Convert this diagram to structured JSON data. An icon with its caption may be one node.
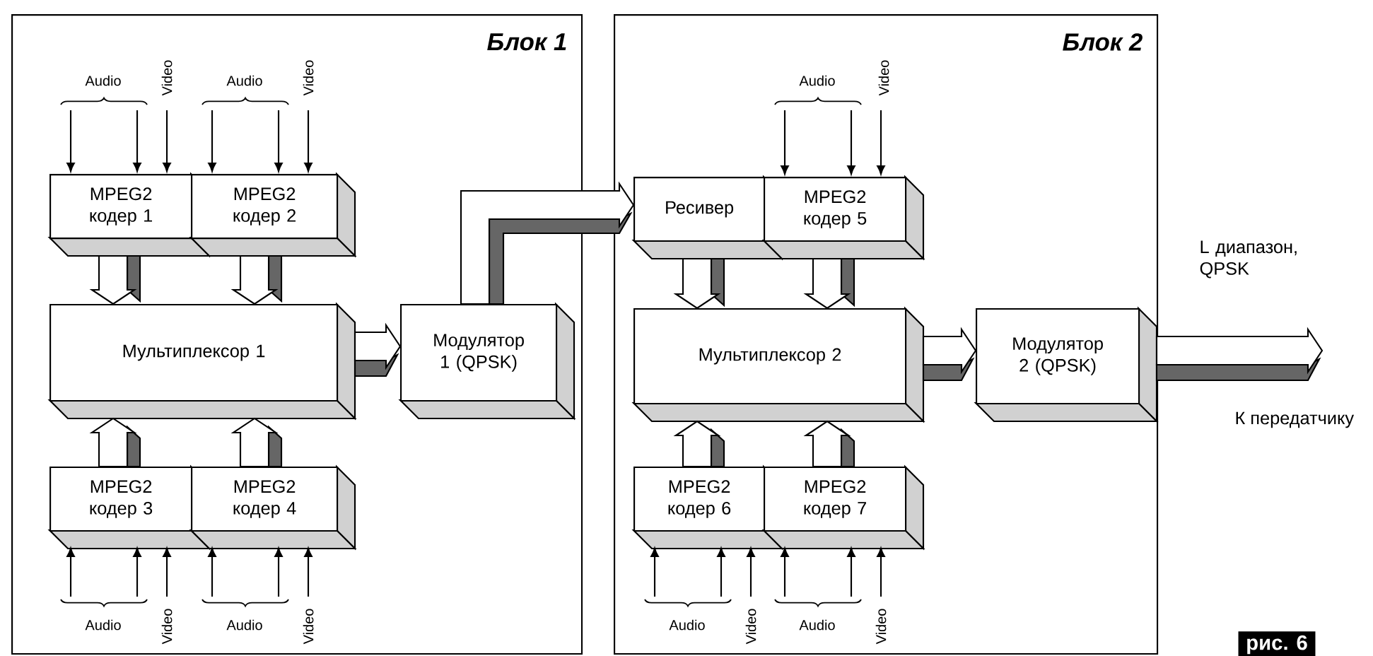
{
  "diagram": {
    "nodes": [
      {
        "text": [
          "Блок 1"
        ]
      },
      {
        "text": [
          "MPEG2 кодер 1"
        ],
        "in": 0
      },
      {
        "text": [
          "MPEG2 кодер 2"
        ],
        "in": 0
      },
      {
        "text": [
          "Мультиплексор 1"
        ],
        "in": 0
      },
      {
        "text": [
          "Модулятор 1 (QPSK)"
        ],
        "in": 0
      },
      {
        "text": [
          "MPEG2 кодер 3"
        ],
        "in": 0
      },
      {
        "text": [
          "MPEG2 кодер 4"
        ],
        "in": 0
      },
      {
        "text": [
          "Блок 2"
        ]
      },
      {
        "text": [
          "Ресивер"
        ],
        "in": 7
      },
      {
        "text": [
          "MPEG2 кодер 5"
        ],
        "in": 7
      },
      {
        "text": [
          "Мультиплексор 2"
        ],
        "in": 7
      },
      {
        "text": [
          "Модулятор 2 (QPSK)"
        ],
        "in": 7
      },
      {
        "text": [
          "MPEG2 кодер 6"
        ],
        "in": 7
      },
      {
        "text": [
          "MPEG2 кодер 7"
        ],
        "in": 7
      }
    ],
    "edges": [
      {
        "from": null,
        "to": 1,
        "arrow": "to"
      },
      {
        "from": null,
        "to": 1,
        "arrow": "to"
      },
      {
        "from": null,
        "to": 1,
        "arrow": "to"
      },
      {
        "from": null,
        "to": 2,
        "arrow": "to"
      },
      {
        "from": null,
        "to": 2,
        "arrow": "to"
      },
      {
        "from": null,
        "to": 2,
        "arrow": "to"
      },
      {
        "from": null,
        "to": 9,
        "arrow": "to"
      },
      {
        "from": null,
        "to": 9,
        "arrow": "to"
      },
      {
        "from": null,
        "to": 9,
        "arrow": "to"
      },
      {
        "from": 1,
        "to": 3,
        "arrow": "to",
        "style": "thick"
      },
      {
        "from": 2,
        "to": 3,
        "arrow": "to",
        "style": "thick"
      },
      {
        "from": 5,
        "to": 3,
        "arrow": "to",
        "style": "thick"
      },
      {
        "from": 6,
        "to": 3,
        "arrow": "to",
        "style": "thick"
      },
      {
        "from": 3,
        "to": 4,
        "arrow": "to",
        "style": "thick"
      },
      {
        "from": 4,
        "to": 8,
        "arrow": "to",
        "style": "thick"
      },
      {
        "from": 8,
        "to": 10,
        "arrow": "to",
        "style": "thick"
      },
      {
        "from": 9,
        "to": 10,
        "arrow": "to",
        "style": "thick"
      },
      {
        "from": 12,
        "to": 10,
        "arrow": "to",
        "style": "thick"
      },
      {
        "from": 13,
        "to": 10,
        "arrow": "to",
        "style": "thick"
      },
      {
        "from": 10,
        "to": 11,
        "arrow": "to",
        "style": "thick"
      },
      {
        "from": 11,
        "to": null,
        "arrow": "to",
        "style": "thick"
      },
      {
        "from": null,
        "to": 5,
        "arrow": "to"
      },
      {
        "from": null,
        "to": 5,
        "arrow": "to"
      },
      {
        "from": null,
        "to": 5,
        "arrow": "to"
      },
      {
        "from": null,
        "to": 6,
        "arrow": "to"
      },
      {
        "from": null,
        "to": 6,
        "arrow": "to"
      },
      {
        "from": null,
        "to": 6,
        "arrow": "to"
      },
      {
        "from": null,
        "to": 12,
        "arrow": "to"
      },
      {
        "from": null,
        "to": 12,
        "arrow": "to"
      },
      {
        "from": null,
        "to": 12,
        "arrow": "to"
      },
      {
        "from": null,
        "to": 13,
        "arrow": "to"
      },
      {
        "from": null,
        "to": 13,
        "arrow": "to"
      },
      {
        "from": null,
        "to": 13,
        "arrow": "to"
      }
    ],
    "labels": [
      "Audio",
      "Video",
      "Audio",
      "Video",
      "Audio",
      "Video",
      "L диапазон, QPSK",
      "К передатчику",
      "Audio",
      "Video",
      "Audio",
      "Video",
      "Audio",
      "Video",
      "Audio",
      "Video",
      "рис. 6"
    ]
  }
}
